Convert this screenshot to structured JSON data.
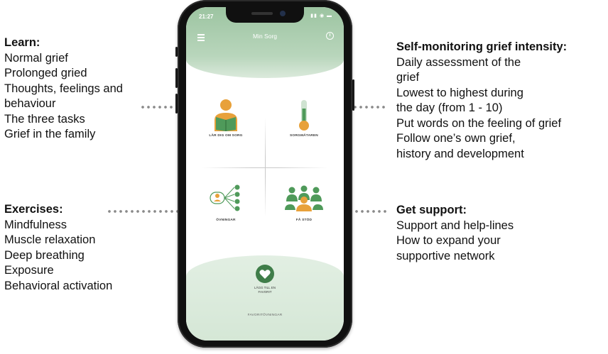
{
  "annotations": {
    "learn": {
      "heading": "Learn:",
      "lines": [
        "Normal grief",
        "Prolonged gried",
        "Thoughts, feelings and",
        "behaviour",
        "The three tasks",
        "Grief in the family"
      ]
    },
    "exercises": {
      "heading": "Exercises:",
      "lines": [
        "Mindfulness",
        "Muscle relaxation",
        "Deep breathing",
        "Exposure",
        "Behavioral activation"
      ]
    },
    "self_monitoring": {
      "heading": "Self-monitoring grief intensity:",
      "lines": [
        "Daily assessment of the",
        "grief",
        "Lowest to highest during",
        "the day (from 1 - 10)",
        "Put words on the feeling of grief",
        "Follow one’s own grief,",
        "history and development"
      ]
    },
    "support": {
      "heading": "Get support:",
      "lines": [
        "Support and help-lines",
        "How to expand your",
        "supportive network"
      ]
    }
  },
  "phone": {
    "status_time": "21:27",
    "app_title": "Min Sorg",
    "tiles": {
      "learn": "LÄR DIG OM SORG",
      "meter": "SORGMÄTAREN",
      "exercises": "ÖVNINGAR",
      "support": "FÅ STÖD"
    },
    "favorite_add_line1": "LÄGG TILL EN",
    "favorite_add_line2": "FAVORIT",
    "favorites_label": "FAVORITÖVNINGAR"
  },
  "colors": {
    "green": "#4f9a5a",
    "orange": "#e8a13a",
    "header_green": "#9cc4a1"
  }
}
